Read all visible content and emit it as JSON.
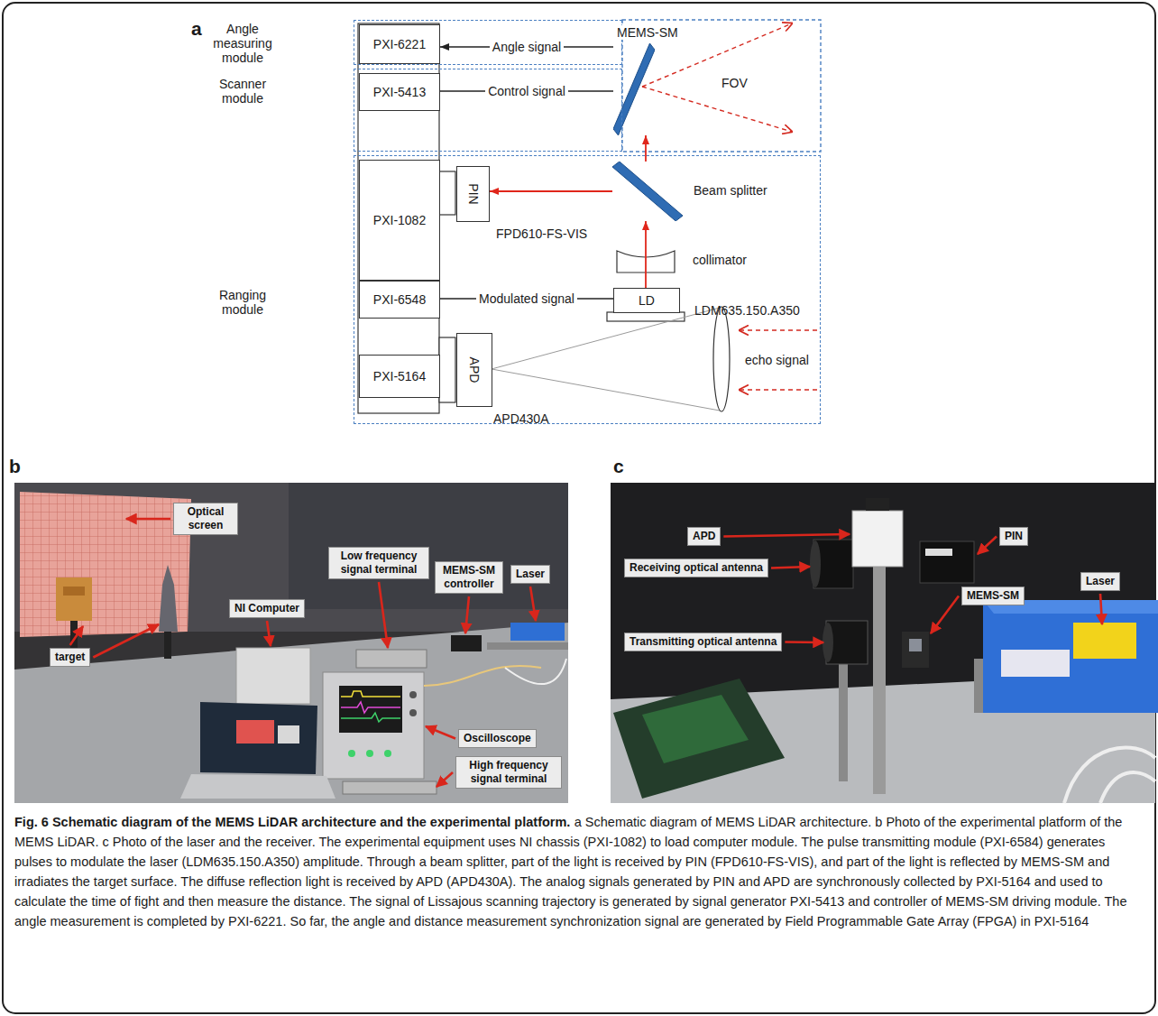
{
  "diagram": {
    "title": "Fig. 6 Schematic diagram of the MEMS LiDAR architecture and the experimental platform.",
    "caption": "a Schematic diagram of MEMS LiDAR architecture. b Photo of the experimental platform of the MEMS LiDAR. c Photo of the laser and the receiver. The experimental equipment uses NI chassis (PXI-1082) to load computer module. The pulse transmitting module (PXI-6584) generates pulses to modulate the laser (LDM635.150.A350) amplitude. Through a beam splitter, part of the light is received by PIN (FPD610-FS-VIS), and part of the light is reflected by MEMS-SM and irradiates the target surface. The diffuse reflection light is received by APD (APD430A). The analog signals generated by PIN and APD are synchronously collected by PXI-5164 and used to calculate the time of fight and then measure the distance. The signal of Lissajous scanning trajectory is generated by signal generator PXI-5413 and controller of MEMS-SM driving module. The angle measurement is completed by PXI-6221. So far, the angle and distance measurement synchronization signal are generated by Field Programmable Gate Array (FPGA) in PXI-5164",
    "nodes": [
      {
        "text": [
          "Angle measuring module"
        ]
      },
      {
        "text": [
          "PXI-6221"
        ],
        "in": 0
      },
      {
        "text": [
          "MEMS-SM"
        ]
      },
      {
        "text": [
          "Scanner module"
        ]
      },
      {
        "text": [
          "PXI-5413"
        ],
        "in": 3
      },
      {
        "text": [
          "Ranging module"
        ]
      },
      {
        "text": [
          "PXI-1082"
        ],
        "in": 5
      },
      {
        "text": [
          "Beam splitter"
        ],
        "in": 5
      },
      {
        "text": [
          "PIN",
          "FPD610-FS-VIS"
        ],
        "in": 5
      },
      {
        "text": [
          "PXI-6548"
        ],
        "in": 5
      },
      {
        "text": [
          "LD",
          "LDM635.150.A350"
        ],
        "in": 5
      },
      {
        "text": [
          "PXI-5164"
        ],
        "in": 5
      },
      {
        "text": [
          "APD",
          "APD430A"
        ],
        "in": 5
      }
    ],
    "edges": [
      {
        "from": 2,
        "to": 1,
        "label": "Angle signal",
        "arrow": "to"
      },
      {
        "from": 4,
        "to": 2,
        "label": "Control signal",
        "arrow": "none"
      },
      {
        "from": 9,
        "to": 10,
        "label": "Modulated signal",
        "arrow": "none"
      },
      {
        "from": 10,
        "to": 7,
        "arrow": "to"
      },
      {
        "from": 7,
        "to": 2,
        "arrow": "to"
      },
      {
        "from": 7,
        "to": 8,
        "arrow": "to"
      }
    ],
    "labels": [
      "a",
      "collimator",
      "FOV",
      "echo signal",
      "b",
      "c",
      "Optical screen",
      "target",
      "NI Computer",
      "Low frequency signal terminal",
      "MEMS-SM controller",
      "Laser",
      "Oscilloscope",
      "High frequency signal terminal",
      "APD",
      "PIN",
      "Receiving optical antenna",
      "MEMS-SM",
      "Laser",
      "Transmitting optical antenna"
    ]
  }
}
